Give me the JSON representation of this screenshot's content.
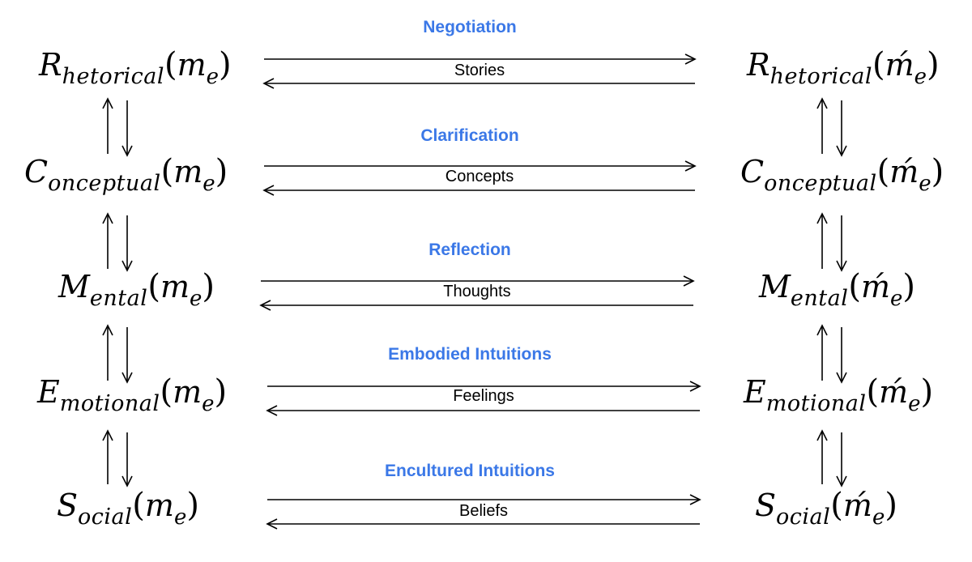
{
  "levels": [
    {
      "head": "R",
      "sub": "hetorical",
      "arg": "m",
      "arg_sub": "e",
      "arg_prime": "ḿ",
      "process": "Negotiation",
      "medium": "Stories"
    },
    {
      "head": "C",
      "sub": "onceptual",
      "arg": "m",
      "arg_sub": "e",
      "arg_prime": "ḿ",
      "process": "Clarification",
      "medium": "Concepts"
    },
    {
      "head": "M",
      "sub": "ental",
      "arg": "m",
      "arg_sub": "e",
      "arg_prime": "ḿ",
      "process": "Reflection",
      "medium": "Thoughts"
    },
    {
      "head": "E",
      "sub": "motional",
      "arg": "m",
      "arg_sub": "e",
      "arg_prime": "ḿ",
      "process": "Embodied Intuitions",
      "medium": "Feelings"
    },
    {
      "head": "S",
      "sub": "ocial",
      "arg": "m",
      "arg_sub": "e",
      "arg_prime": "ḿ",
      "process": "Encultured Intuitions",
      "medium": "Beliefs"
    }
  ],
  "colors": {
    "process_text": "#3b78e7",
    "arrows": "#000000",
    "text": "#000000"
  }
}
